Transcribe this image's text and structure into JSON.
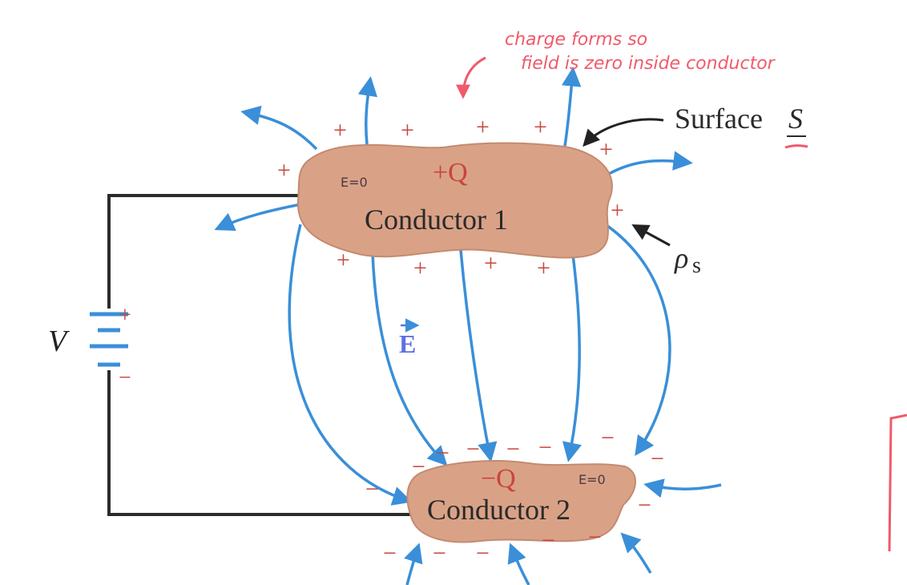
{
  "diagram": {
    "conductor1": {
      "name": "Conductor 1",
      "charge": "+Q",
      "field_inside": "E=0"
    },
    "conductor2": {
      "name": "Conductor 2",
      "charge": "−Q",
      "field_inside": "E=0"
    },
    "field_label": "E",
    "surface_label": "Surface",
    "surface_symbol": "S",
    "surface_density": "ρ",
    "surface_density_sub": "s",
    "battery": {
      "label": "V",
      "plus": "+",
      "minus": "−"
    },
    "plus_sign": "+",
    "minus_sign": "−",
    "annotation": {
      "line1": "charge forms so",
      "line2": "field is zero inside conductor"
    }
  },
  "colors": {
    "conductor_fill": "#d9a287",
    "conductor_edge": "#c48a6f",
    "field_line": "#3a8fd8",
    "plus_charge": "#c8463c",
    "wire": "#2b2b2b",
    "annotation": "#f05a6a",
    "field_label": "#5f6fe0"
  }
}
